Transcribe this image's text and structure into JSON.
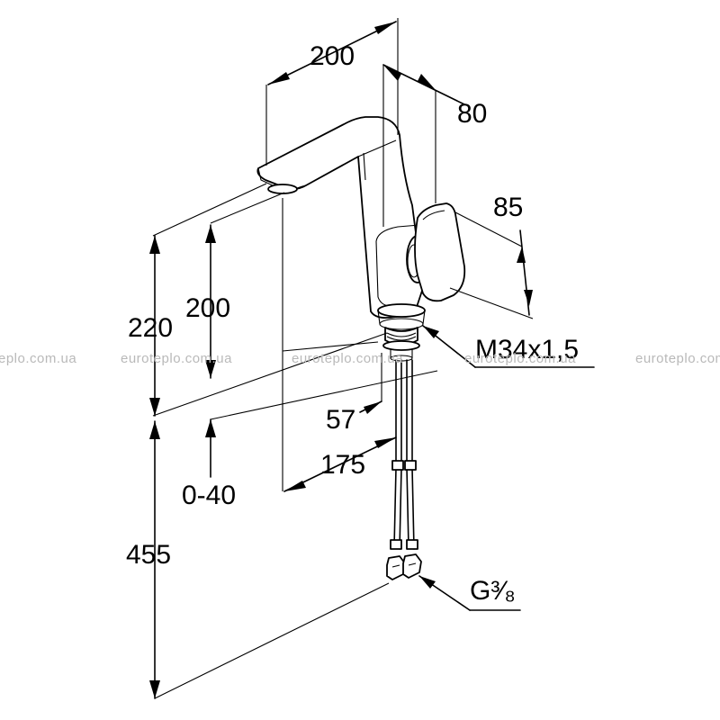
{
  "dimensions": {
    "spout_reach": "200",
    "body_depth": "80",
    "lever_height": "85",
    "thread": "M34x1,5",
    "total_height": "220",
    "outlet_height": "200",
    "base_offset": "57",
    "hose_offset": "175",
    "deck_range": "0-40",
    "hose_length": "455",
    "connection": "G³⁄₈"
  },
  "watermark": {
    "text": "euroteplo.com.ua",
    "edge_fragment": "eplo.com.ua"
  },
  "colors": {
    "line": "#000000",
    "watermark": "#b9b9b9",
    "background": "#ffffff"
  }
}
